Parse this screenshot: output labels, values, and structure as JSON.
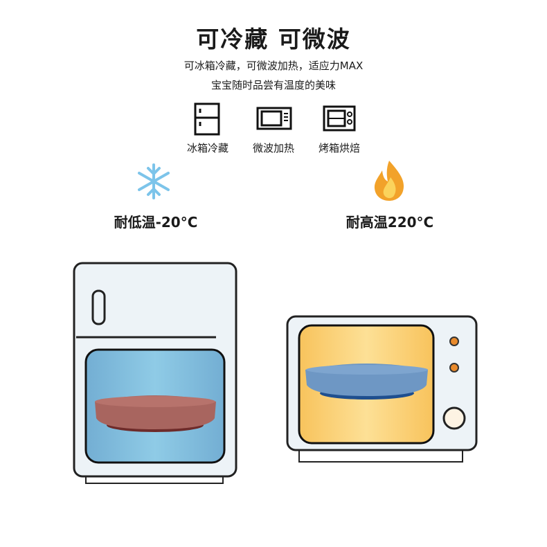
{
  "title": "可冷藏 可微波",
  "subtitle_line1": "可冰箱冷藏，可微波加热，适应力MAX",
  "subtitle_line2": "宝宝随时品尝有温度的美味",
  "features": [
    {
      "icon": "fridge-icon",
      "label": "冰箱冷藏"
    },
    {
      "icon": "microwave-icon",
      "label": "微波加热"
    },
    {
      "icon": "oven-icon",
      "label": "烤箱烘焙"
    }
  ],
  "cold": {
    "icon": "snowflake-icon",
    "label": "耐低温-20°C",
    "color": "#7cc4ea"
  },
  "hot": {
    "icon": "fire-icon",
    "label": "耐高温220°C",
    "color": "#f2a22a"
  },
  "colors": {
    "fridge_window": "#86c3e2",
    "microwave_window": "#fcd477",
    "pink_plate": "#a8655f",
    "blue_plate": "#6e97c4"
  }
}
